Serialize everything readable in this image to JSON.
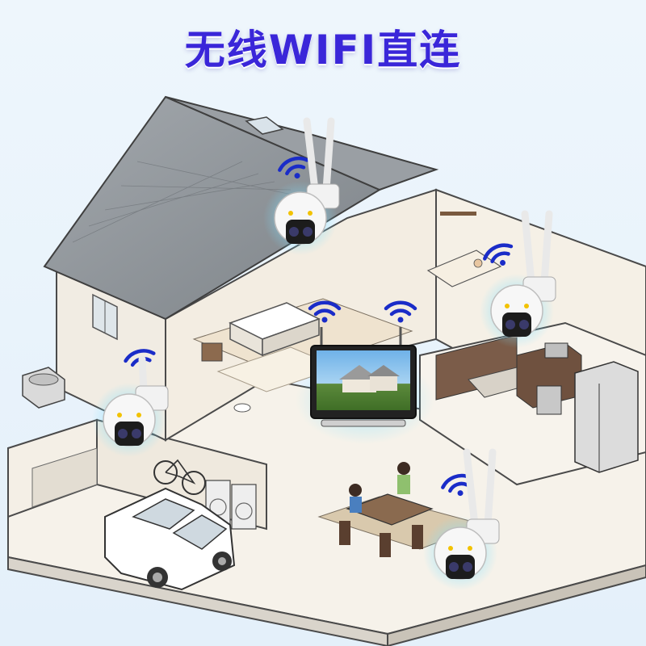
{
  "headline": {
    "text": "无线WIFI直连"
  },
  "colors": {
    "headline": "#3a26d9",
    "wifi_signal": "#1a2cc8",
    "camera_glow": "#5fd4ff",
    "roof": "#8a8f94",
    "wall": "#f4efe6",
    "floor": "#efe3cf"
  },
  "icons": [
    "wifi-signal-icon",
    "ptz-camera-icon",
    "nvr-monitor-icon",
    "house-cutaway-illustration",
    "car-illustration",
    "bicycle-illustration"
  ]
}
